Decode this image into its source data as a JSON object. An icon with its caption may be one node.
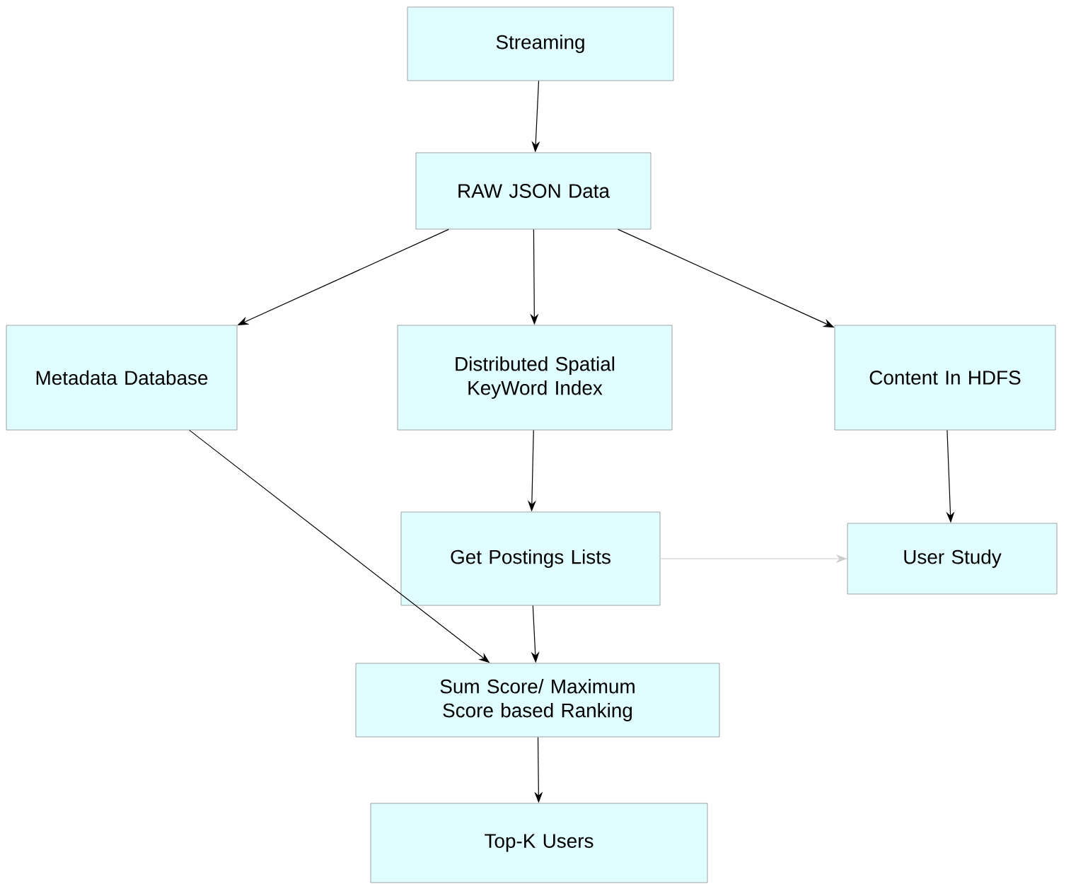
{
  "diagram": {
    "nodes": [
      {
        "text": [
          "Streaming"
        ]
      },
      {
        "text": [
          "RAW JSON Data"
        ]
      },
      {
        "text": [
          "Metadata Database"
        ]
      },
      {
        "text": [
          "Distributed Spatial KeyWord Index"
        ]
      },
      {
        "text": [
          "Content In HDFS"
        ]
      },
      {
        "text": [
          "Get Postings Lists"
        ]
      },
      {
        "text": [
          "User Study"
        ]
      },
      {
        "text": [
          "Sum Score/ Maximum Score based Ranking"
        ]
      },
      {
        "text": [
          "Top-K Users"
        ]
      }
    ],
    "edges": [
      {
        "from": 0,
        "to": 1,
        "arrow": "to"
      },
      {
        "from": 1,
        "to": 2,
        "arrow": "to"
      },
      {
        "from": 1,
        "to": 3,
        "arrow": "to"
      },
      {
        "from": 1,
        "to": 4,
        "arrow": "to"
      },
      {
        "from": 3,
        "to": 5,
        "arrow": "to"
      },
      {
        "from": 4,
        "to": 6,
        "arrow": "to"
      },
      {
        "from": 5,
        "to": 6,
        "arrow": "to",
        "color": "#cccccc"
      },
      {
        "from": 2,
        "to": 7,
        "arrow": "to"
      },
      {
        "from": 5,
        "to": 7,
        "arrow": "to"
      },
      {
        "from": 7,
        "to": 8,
        "arrow": "to"
      }
    ]
  }
}
